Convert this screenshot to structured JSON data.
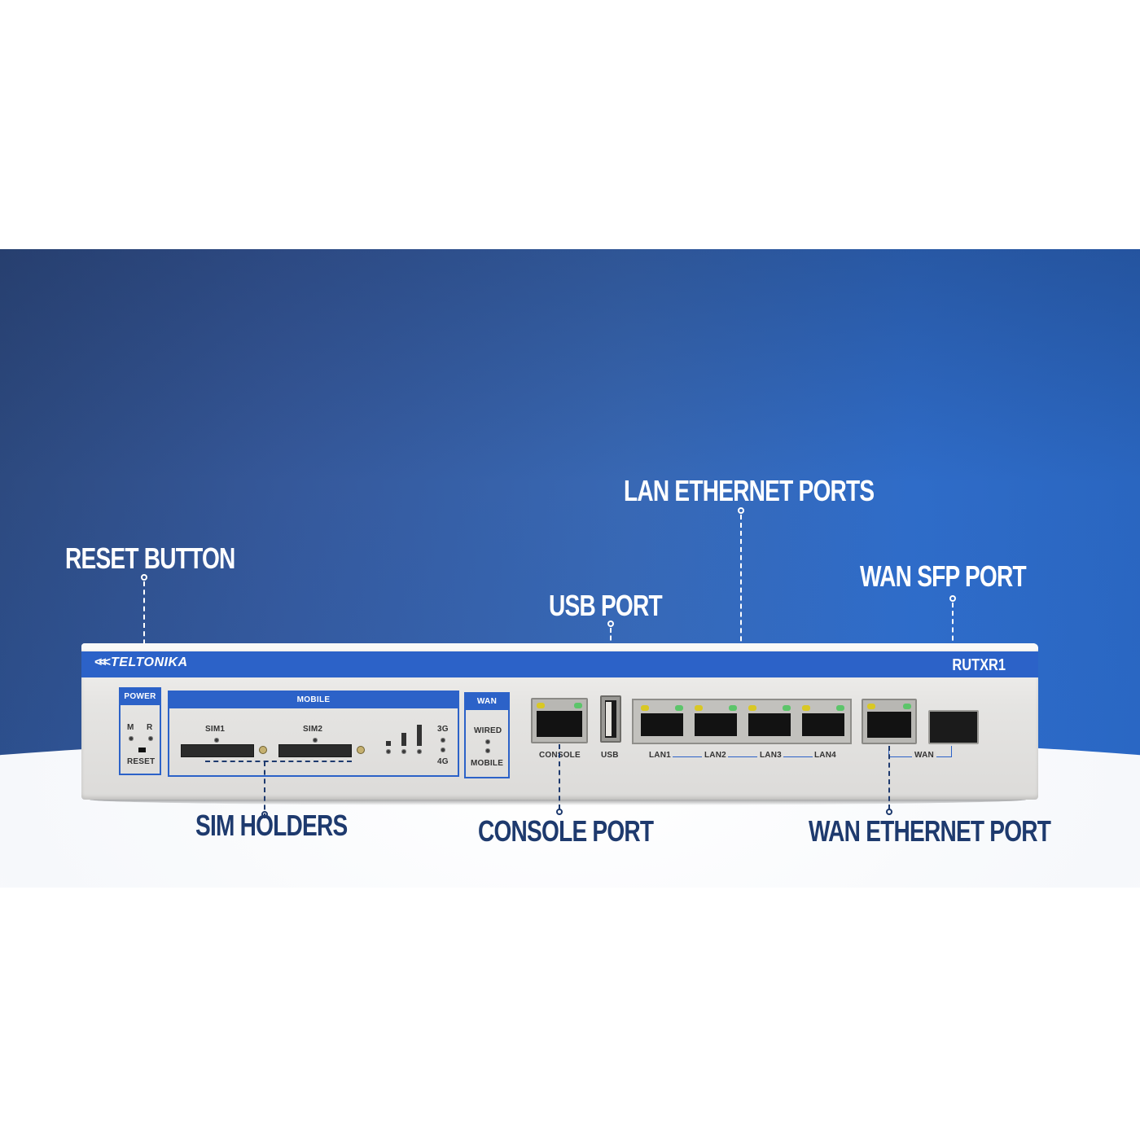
{
  "scene": {
    "background_colors": {
      "backdrop_left": "#2d4a80",
      "backdrop_center": "#3868b4",
      "backdrop_right": "#2a66c0",
      "floor": "#ffffff"
    },
    "callout_colors": {
      "on_blue": "#ffffff",
      "on_white": "#1e3a6e"
    }
  },
  "callouts": {
    "reset_button": "RESET BUTTON",
    "usb_port": "USB PORT",
    "lan_ethernet_ports": "LAN ETHERNET PORTS",
    "wan_sfp_port": "WAN SFP PORT",
    "sim_holders": "SIM HOLDERS",
    "console_port": "CONSOLE PORT",
    "wan_ethernet_port": "WAN ETHERNET PORT"
  },
  "router": {
    "brand": "TELTONIKA",
    "brand_mark": "<<<",
    "model": "RUTXR1",
    "accent_color": "#2c62c8",
    "panels": {
      "power": {
        "title": "POWER",
        "led_m": "M",
        "led_r": "R",
        "reset": "RESET"
      },
      "mobile": {
        "title": "MOBILE",
        "sim1": "SIM1",
        "sim2": "SIM2",
        "gen_3g": "3G",
        "gen_4g": "4G"
      },
      "wan": {
        "title": "WAN",
        "wired": "WIRED",
        "mobile": "MOBILE"
      }
    },
    "ports": {
      "console": "CONSOLE",
      "usb": "USB",
      "lan": [
        "LAN1",
        "LAN2",
        "LAN3",
        "LAN4"
      ],
      "wan": "WAN"
    },
    "led_colors": {
      "link": "#d9c824",
      "activity": "#5cc56a"
    }
  }
}
